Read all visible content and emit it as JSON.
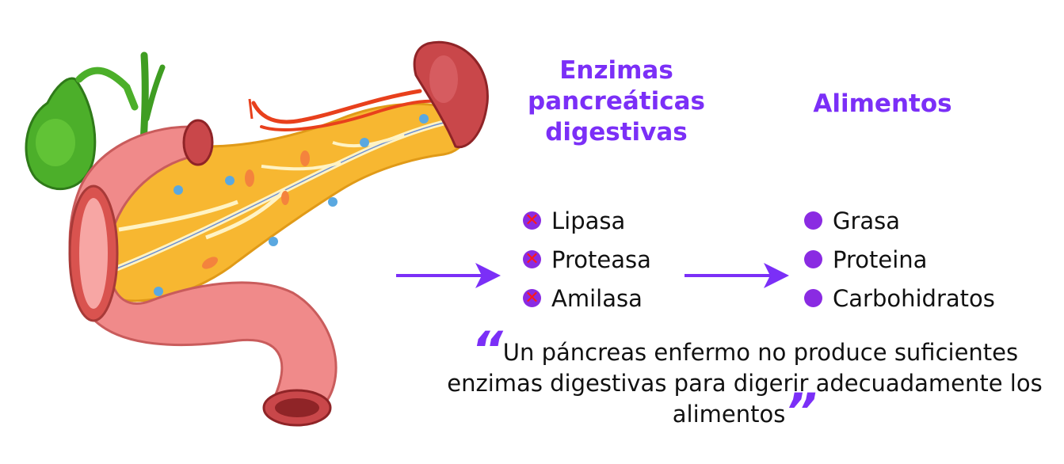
{
  "headings": {
    "enzymes": "Enzimas pancreáticas digestivas",
    "foods": "Alimentos"
  },
  "enzymes": [
    {
      "label": "Lipasa",
      "marker": "cross-icon"
    },
    {
      "label": "Proteasa",
      "marker": "cross-icon"
    },
    {
      "label": "Amilasa",
      "marker": "cross-icon"
    }
  ],
  "foods": [
    {
      "label": "Grasa",
      "marker": "bullet-icon"
    },
    {
      "label": "Proteina",
      "marker": "bullet-icon"
    },
    {
      "label": "Carbohidratos",
      "marker": "bullet-icon"
    }
  ],
  "quote": {
    "open_mark": "“",
    "text": "Un páncreas enfermo no produce suficientes enzimas digestivas para digerir adecuadamente los alimentos",
    "close_mark": "”"
  },
  "colors": {
    "accent": "#7b2ff7",
    "cross": "#ff1a1a",
    "bullet": "#8a2be2",
    "pancreas": "#f7b731",
    "duodenum": "#f08a8a",
    "gallbladder": "#4caf2a",
    "spleen": "#c9474a"
  }
}
